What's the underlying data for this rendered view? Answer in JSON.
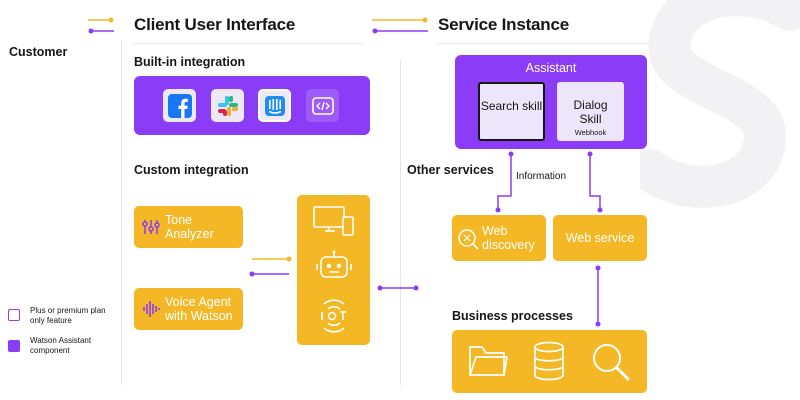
{
  "headers": {
    "client": "Client User Interface",
    "service": "Service Instance"
  },
  "side": {
    "customer": "Customer"
  },
  "sections": {
    "builtin": "Built-in integration",
    "custom": "Custom integration",
    "other_services": "Other services",
    "business": "Business processes"
  },
  "builtin_icons": [
    "facebook-icon",
    "slack-icon",
    "intercom-icon",
    "web-chat-icon"
  ],
  "integrations": {
    "tone": "Tone Analyzer",
    "voice": "Voice Agent with Watson"
  },
  "channel_icons": [
    "desktop-mobile-icon",
    "bot-icon",
    "iot-icon"
  ],
  "assistant": {
    "title": "Assistant",
    "search_skill": "Search skill",
    "dialog_skill": "Dialog Skill",
    "webhook": "Webhook"
  },
  "services": {
    "information": "Information",
    "web_discovery": "Web discovery",
    "web_service": "Web service"
  },
  "business_icons": [
    "folder-icon",
    "database-icon",
    "magnifier-icon"
  ],
  "legend": {
    "plus": "Plus or premium plan only feature",
    "watson": "Watson Assistant component"
  },
  "colors": {
    "purple": "#8b3cf6",
    "yellow": "#f4b826",
    "tile": "#ece8f5",
    "text": "#161616"
  }
}
